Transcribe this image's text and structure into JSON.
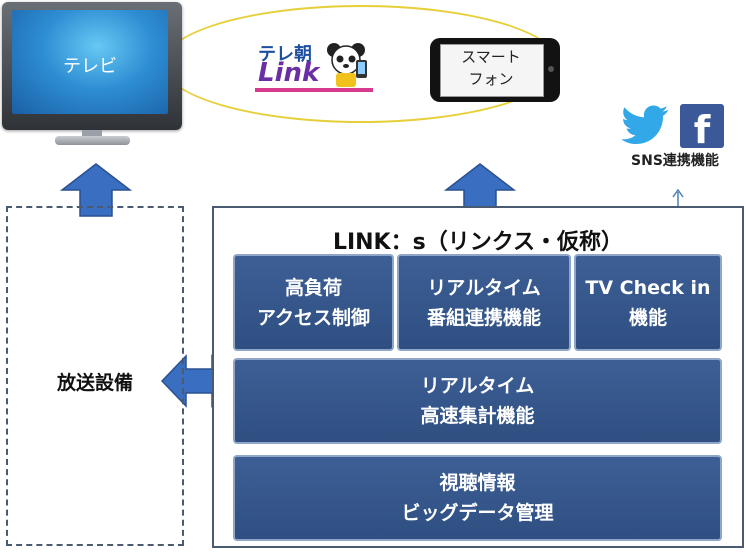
{
  "tv": {
    "label": "テレビ"
  },
  "logo": {
    "top_text": "テレ朝",
    "link_text": "Link"
  },
  "smartphone": {
    "line1": "スマート",
    "line2": "フォン"
  },
  "sns": {
    "label": "SNS連携機能",
    "twitter_icon": "twitter-icon",
    "facebook_icon": "facebook-icon",
    "facebook_glyph": "f"
  },
  "broadcast": {
    "label": "放送設備"
  },
  "link_system": {
    "title": "LINK：s（リンクス・仮称）",
    "modules": {
      "high_load": {
        "line1": "高負荷",
        "line2": "アクセス制御"
      },
      "realtime_program": {
        "line1": "リアルタイム",
        "line2": "番組連携機能"
      },
      "tv_checkin": {
        "line1": "TV Check in",
        "line2": "機能"
      },
      "realtime_aggregate": {
        "line1": "リアルタイム",
        "line2": "高速集計機能"
      },
      "bigdata": {
        "line1": "視聴情報",
        "line2": "ビッグデータ管理"
      }
    }
  },
  "colors": {
    "module_fill": "#2f4f82",
    "arrow_fill": "#3a6ec0",
    "box_border": "#4a5a70",
    "ellipse": "#e7cf3a"
  }
}
